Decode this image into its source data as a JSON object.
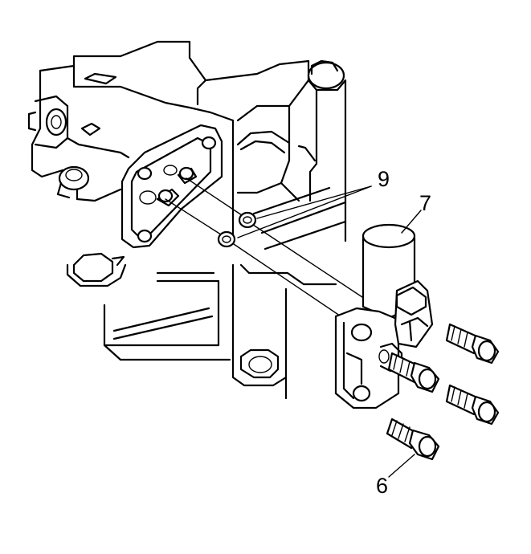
{
  "callouts": {
    "gaskets": "9",
    "solenoid": "7",
    "bolts": "6"
  },
  "colors": {
    "line": "#000000",
    "background": "#ffffff"
  }
}
